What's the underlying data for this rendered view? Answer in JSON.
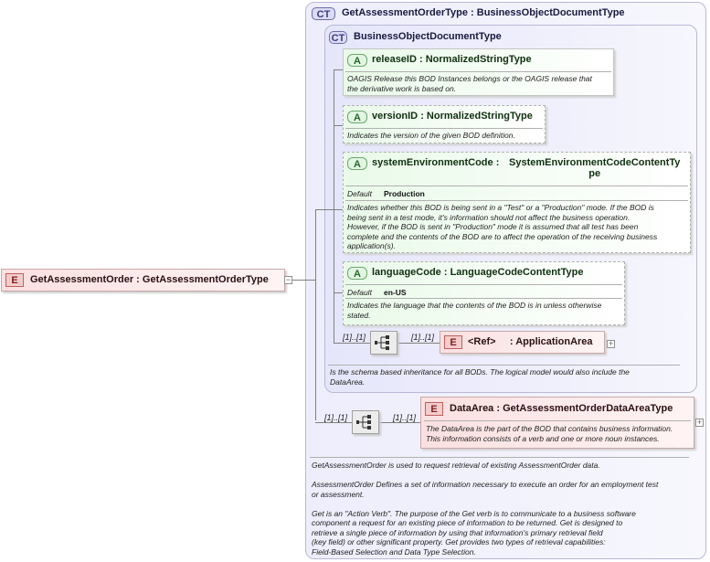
{
  "root": {
    "badge": "E",
    "name": "GetAssessmentOrder",
    "type_sep": " : ",
    "type": "GetAssessmentOrderType",
    "collapse": "−"
  },
  "outer_ct": {
    "badge": "CT",
    "title": "GetAssessmentOrderType",
    "type_sep": " : ",
    "base": "BusinessObjectDocumentType",
    "doc": [
      "GetAssessmentOrder is used to request retrieval of existing AssessmentOrder data.",
      "",
      "AssessmentOrder  Defines a set of information necessary to execute an order for an employment test",
      "or assessment.",
      "",
      "Get is an \"Action Verb\". The purpose of the Get verb is to communicate to a business software",
      "component a request for an existing piece of information to be returned. Get is designed to",
      "retrieve a single piece of information by using that information's primary retrieval field",
      "(key field) or other significant property. Get provides two types of retrieval capabilities:",
      "Field-Based Selection and Data Type Selection."
    ]
  },
  "inner_ct": {
    "badge": "CT",
    "title": "BusinessObjectDocumentType",
    "doc": [
      "Is the schema based inheritance for all BODs. The logical model would also include the",
      "DataArea."
    ]
  },
  "attributes": [
    {
      "badge": "A",
      "name": "releaseID",
      "type": "NormalizedStringType",
      "doc": [
        "OAGIS Release this BOD Instances belongs or the OAGIS release that",
        "the derivative work is based on."
      ]
    },
    {
      "badge": "A",
      "name": "versionID",
      "type": "NormalizedStringType",
      "doc": [
        "Indicates the version of the given BOD definition."
      ]
    },
    {
      "badge": "A",
      "name": "systemEnvironmentCode",
      "type_line1": "SystemEnvironmentCodeContentTy",
      "type_line2": "pe",
      "default_label": "Default",
      "default_value": "Production",
      "doc": [
        "Indicates whether this BOD is being sent in a \"Test\" or a \"Production\" mode. If the BOD is",
        "being sent in a test mode, it's information should not affect the business operation.",
        "However, if the BOD is sent in \"Production\" mode it is assumed that all test has been",
        "complete and the contents of the BOD are to affect the operation of the receiving business",
        "application(s)."
      ]
    },
    {
      "badge": "A",
      "name": "languageCode",
      "type": "LanguageCodeContentType",
      "default_label": "Default",
      "default_value": "en-US",
      "doc": [
        "Indicates the language that the contents of the BOD is in unless otherwise",
        "stated."
      ]
    }
  ],
  "application_area": {
    "seq_mult": "[1]..[1]",
    "elem_mult": "[1]..[1]",
    "badge": "E",
    "name": "<Ref>",
    "type_sep": " : ",
    "type": "ApplicationArea",
    "expand": "+"
  },
  "data_area": {
    "seq_mult": "[1]..[1]",
    "elem_mult": "[1]..[1]",
    "badge": "E",
    "name": "DataArea",
    "type_sep": " : ",
    "type": "GetAssessmentOrderDataAreaType",
    "expand": "+",
    "doc": [
      "The DataArea is the part of the BOD that contains business information.",
      "This information consists of a verb and one or more noun instances."
    ]
  },
  "colors": {
    "ct_border": "#b8b8d8",
    "attribute_fill": "#e9fae9",
    "element_fill": "#fbe0e0"
  }
}
